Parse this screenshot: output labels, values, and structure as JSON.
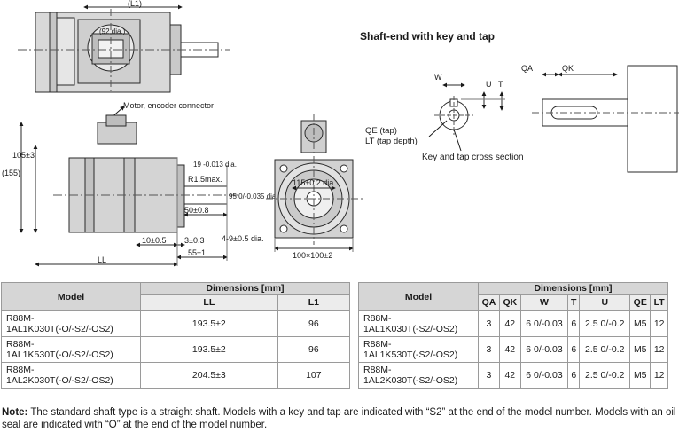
{
  "headings": {
    "shaft_end": "Shaft-end with key and tap"
  },
  "labels": {
    "l1": "(L1)",
    "dia92": "(92 dia.)",
    "motor_encoder_connector": "Motor, encoder connector",
    "dim_105": "105±3",
    "dim_155": "(155)",
    "dia19": "19 -0.013 dia.",
    "r15": "R1.5max.",
    "dia95": "95 0/-0.035 dia.",
    "dim_50": "50±0.8",
    "dim_10": "10±0.5",
    "dim_3": "3±0.3",
    "dim_55": "55±1",
    "holes": "4-9±0.5 dia.",
    "dia115": "115±0.2 dia.",
    "dim_100": "100×100±2",
    "ll": "LL",
    "w": "W",
    "u": "U",
    "t": "T",
    "qa": "QA",
    "qk": "QK",
    "qe": "QE (tap)",
    "lt": "LT (tap depth)",
    "key_tap_section": "Key and tap cross section"
  },
  "table1": {
    "header_model": "Model",
    "header_dims": "Dimensions [mm]",
    "columns": [
      "LL",
      "L1"
    ],
    "rows": [
      {
        "model_line1": "R88M-",
        "model_line2": "1AL1K030T(-O/-S2/-OS2)",
        "ll": "193.5±2",
        "l1": "96"
      },
      {
        "model_line1": "R88M-",
        "model_line2": "1AL1K530T(-O/-S2/-OS2)",
        "ll": "193.5±2",
        "l1": "96"
      },
      {
        "model_line1": "R88M-",
        "model_line2": "1AL2K030T(-O/-S2/-OS2)",
        "ll": "204.5±3",
        "l1": "107"
      }
    ]
  },
  "table2": {
    "header_model": "Model",
    "header_dims": "Dimensions [mm]",
    "columns": [
      "QA",
      "QK",
      "W",
      "T",
      "U",
      "QE",
      "LT"
    ],
    "rows": [
      {
        "model_line1": "R88M-",
        "model_line2": "1AL1K030T(-S2/-OS2)",
        "qa": "3",
        "qk": "42",
        "w": "6 0/-0.03",
        "t": "6",
        "u": "2.5 0/-0.2",
        "qe": "M5",
        "lt": "12"
      },
      {
        "model_line1": "R88M-",
        "model_line2": "1AL1K530T(-S2/-OS2)",
        "qa": "3",
        "qk": "42",
        "w": "6 0/-0.03",
        "t": "6",
        "u": "2.5 0/-0.2",
        "qe": "M5",
        "lt": "12"
      },
      {
        "model_line1": "R88M-",
        "model_line2": "1AL2K030T(-S2/-OS2)",
        "qa": "3",
        "qk": "42",
        "w": "6 0/-0.03",
        "t": "6",
        "u": "2.5 0/-0.2",
        "qe": "M5",
        "lt": "12"
      }
    ]
  },
  "note": {
    "label": "Note:",
    "text": "The standard shaft type is a straight shaft. Models with a key and tap are indicated with “S2” at the end of the model number. Models with an oil seal are indicated with “O” at the end of the model number."
  }
}
